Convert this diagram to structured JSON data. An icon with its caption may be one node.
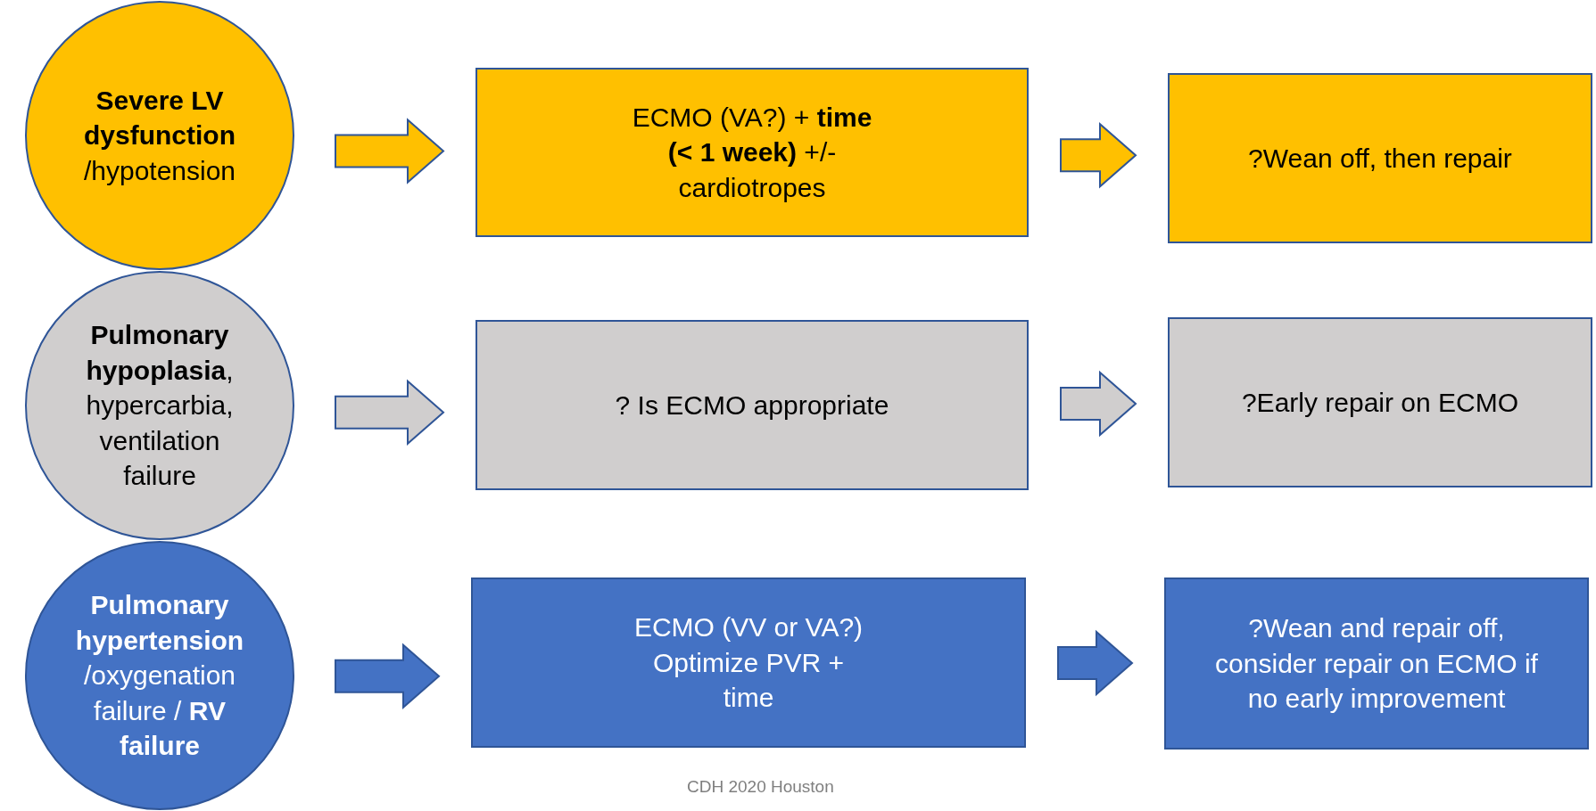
{
  "diagram": {
    "nodes": [
      {
        "text": [
          "**Severe LV dysfunction** /hypotension"
        ]
      },
      {
        "text": [
          "ECMO (VA?) + **time (< 1 week)** +/- cardiotropes"
        ]
      },
      {
        "text": [
          "?Wean off, then repair"
        ]
      },
      {
        "text": [
          "**Pulmonary hypoplasia**, hypercarbia, ventilation failure"
        ]
      },
      {
        "text": [
          "? Is ECMO appropriate"
        ]
      },
      {
        "text": [
          "?Early repair on ECMO"
        ]
      },
      {
        "text": [
          "**Pulmonary hypertension** /oxygenation failure / **RV failure**"
        ]
      },
      {
        "text": [
          "ECMO (VV or VA?) Optimize PVR + time"
        ]
      },
      {
        "text": [
          "?Wean and repair off, consider repair on ECMO if no early improvement"
        ]
      }
    ],
    "edges": [
      {
        "from": 0,
        "to": 1,
        "arrow": "to",
        "color": "#ffc000"
      },
      {
        "from": 1,
        "to": 2,
        "arrow": "to",
        "color": "#ffc000"
      },
      {
        "from": 3,
        "to": 4,
        "arrow": "to",
        "color": "#d0cece"
      },
      {
        "from": 4,
        "to": 5,
        "arrow": "to",
        "color": "#d0cece"
      },
      {
        "from": 6,
        "to": 7,
        "arrow": "to",
        "color": "#4472c4"
      },
      {
        "from": 7,
        "to": 8,
        "arrow": "to",
        "color": "#4472c4"
      }
    ],
    "labels": [
      "CDH 2020 Houston"
    ]
  }
}
